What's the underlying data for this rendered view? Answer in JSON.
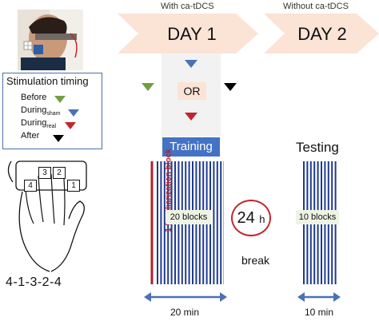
{
  "header": {
    "with_label": "With ca-tDCS",
    "without_label": "Without ca-tDCS",
    "day1": "DAY 1",
    "day2": "DAY 2"
  },
  "legend": {
    "title": "Stimulation timing",
    "items": [
      {
        "label": "Before",
        "sub": "",
        "color": "#70a040"
      },
      {
        "label": "During",
        "sub": "sham",
        "color": "#4a72b4"
      },
      {
        "label": "During",
        "sub": "real",
        "color": "#c0272d"
      },
      {
        "label": "After",
        "sub": "",
        "color": "#000000"
      }
    ]
  },
  "timing": {
    "or_label": "OR",
    "markers": [
      {
        "name": "before",
        "color": "#70a040"
      },
      {
        "name": "during-sham",
        "color": "#4a72b4"
      },
      {
        "name": "during-real",
        "color": "#c0272d"
      },
      {
        "name": "after",
        "color": "#000000"
      }
    ]
  },
  "training": {
    "label": "Training",
    "blocks_label": "20 blocks",
    "familiarization_label": "1 familiarization block",
    "duration": "20 min",
    "line_count": 20
  },
  "gap": {
    "hours": "24",
    "unit": "h",
    "break_label": "break"
  },
  "testing": {
    "label": "Testing",
    "blocks_label": "10 blocks",
    "duration": "10 min",
    "line_count": 10
  },
  "keyboard": {
    "keys": [
      "4",
      "3",
      "2",
      "1"
    ],
    "sequence": "4-1-3-2-4"
  },
  "colors": {
    "chevron": "#fbe3d6",
    "line_blue": "#1f3b8f",
    "fam_red": "#b1202a",
    "arrow_blue": "#4a72b4",
    "training_fill": "#4472c4"
  }
}
